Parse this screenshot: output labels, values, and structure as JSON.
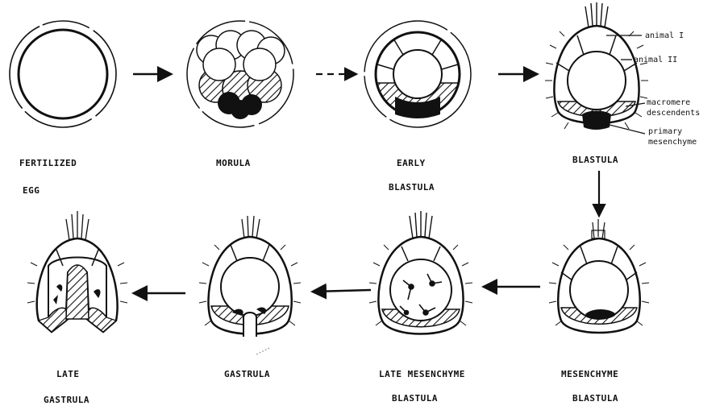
{
  "stages": {
    "fertilized_egg": [
      "FERTILIZED",
      "EGG"
    ],
    "morula": [
      "MORULA"
    ],
    "early_blastula": [
      "EARLY",
      "BLASTULA"
    ],
    "blastula": [
      "BLASTULA"
    ],
    "mesenchyme_blastula": [
      "MESENCHYME",
      "BLASTULA"
    ],
    "late_mesenchyme_blastula": [
      "LATE MESENCHYME",
      "BLASTULA"
    ],
    "gastrula": [
      "GASTRULA"
    ],
    "late_gastrula": [
      "LATE",
      "GASTRULA"
    ]
  },
  "annotations": {
    "animal_1": "animal I",
    "animal_2": "animal II",
    "macromere": [
      "macromere",
      "descendents"
    ],
    "primary_mesenchyme": [
      "primary",
      "mesenchyme"
    ]
  },
  "colors": {
    "ink": "#111111",
    "background": "#ffffff"
  }
}
